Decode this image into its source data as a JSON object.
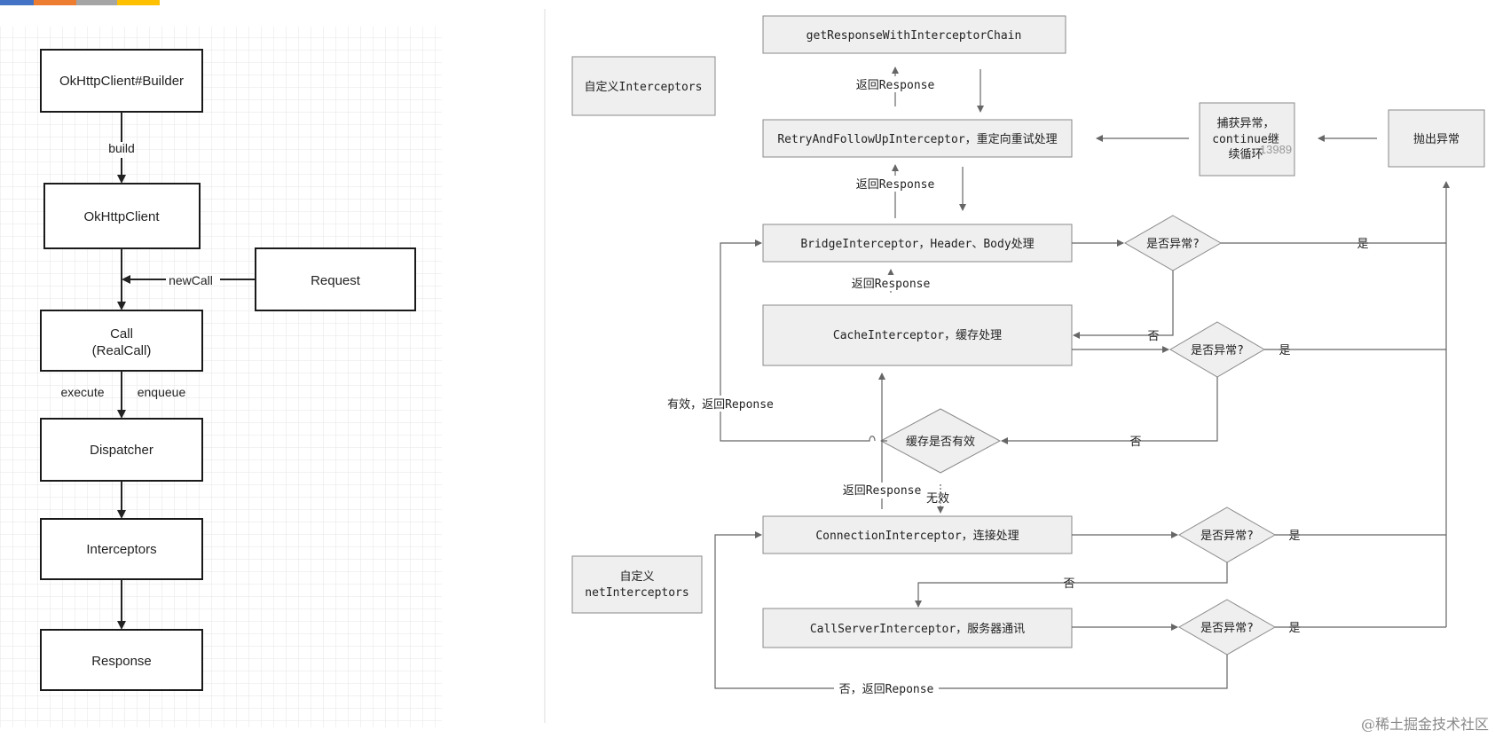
{
  "colors": {
    "accent_bar": [
      "#4472c4",
      "#ed7d31",
      "#a5a5a5",
      "#ffc000"
    ],
    "grid": "#e6e6e6",
    "box_border_left": "#1a1a1a",
    "box_border_right": "#8a8a8a",
    "box_fill_right": "#efefef",
    "arrow": "#555555"
  },
  "left": {
    "builder": "OkHttpClient#Builder",
    "build_label": "build",
    "client": "OkHttpClient",
    "request": "Request",
    "newcall_label": "newCall",
    "call_line1": "Call",
    "call_line2": "(RealCall)",
    "execute_label": "execute",
    "enqueue_label": "enqueue",
    "dispatcher": "Dispatcher",
    "interceptors": "Interceptors",
    "response": "Response"
  },
  "right": {
    "custom_interceptors": "自定义Interceptors",
    "custom_net_line1": "自定义",
    "custom_net_line2": "netInterceptors",
    "chain": "getResponseWithInterceptorChain",
    "retry": "RetryAndFollowUpInterceptor，重定向重试处理",
    "bridge": "BridgeInterceptor，Header、Body处理",
    "cache": "CacheInterceptor，缓存处理",
    "connection": "ConnectionInterceptor，连接处理",
    "callserver": "CallServerInterceptor，服务器通讯",
    "catch_line1": "捕获异常，",
    "catch_line2": "continue继",
    "catch_line3": "续循环",
    "catch_overlap": "13989",
    "throw": "抛出异常",
    "is_exception": "是否异常?",
    "cache_valid": "缓存是否有效",
    "return_response": "返回Response",
    "yes": "是",
    "no": "否",
    "valid_return": "有效，返回Reponse",
    "invalid": "无效",
    "no_return": "否，返回Reponse"
  },
  "watermark": "@稀土掘金技术社区"
}
